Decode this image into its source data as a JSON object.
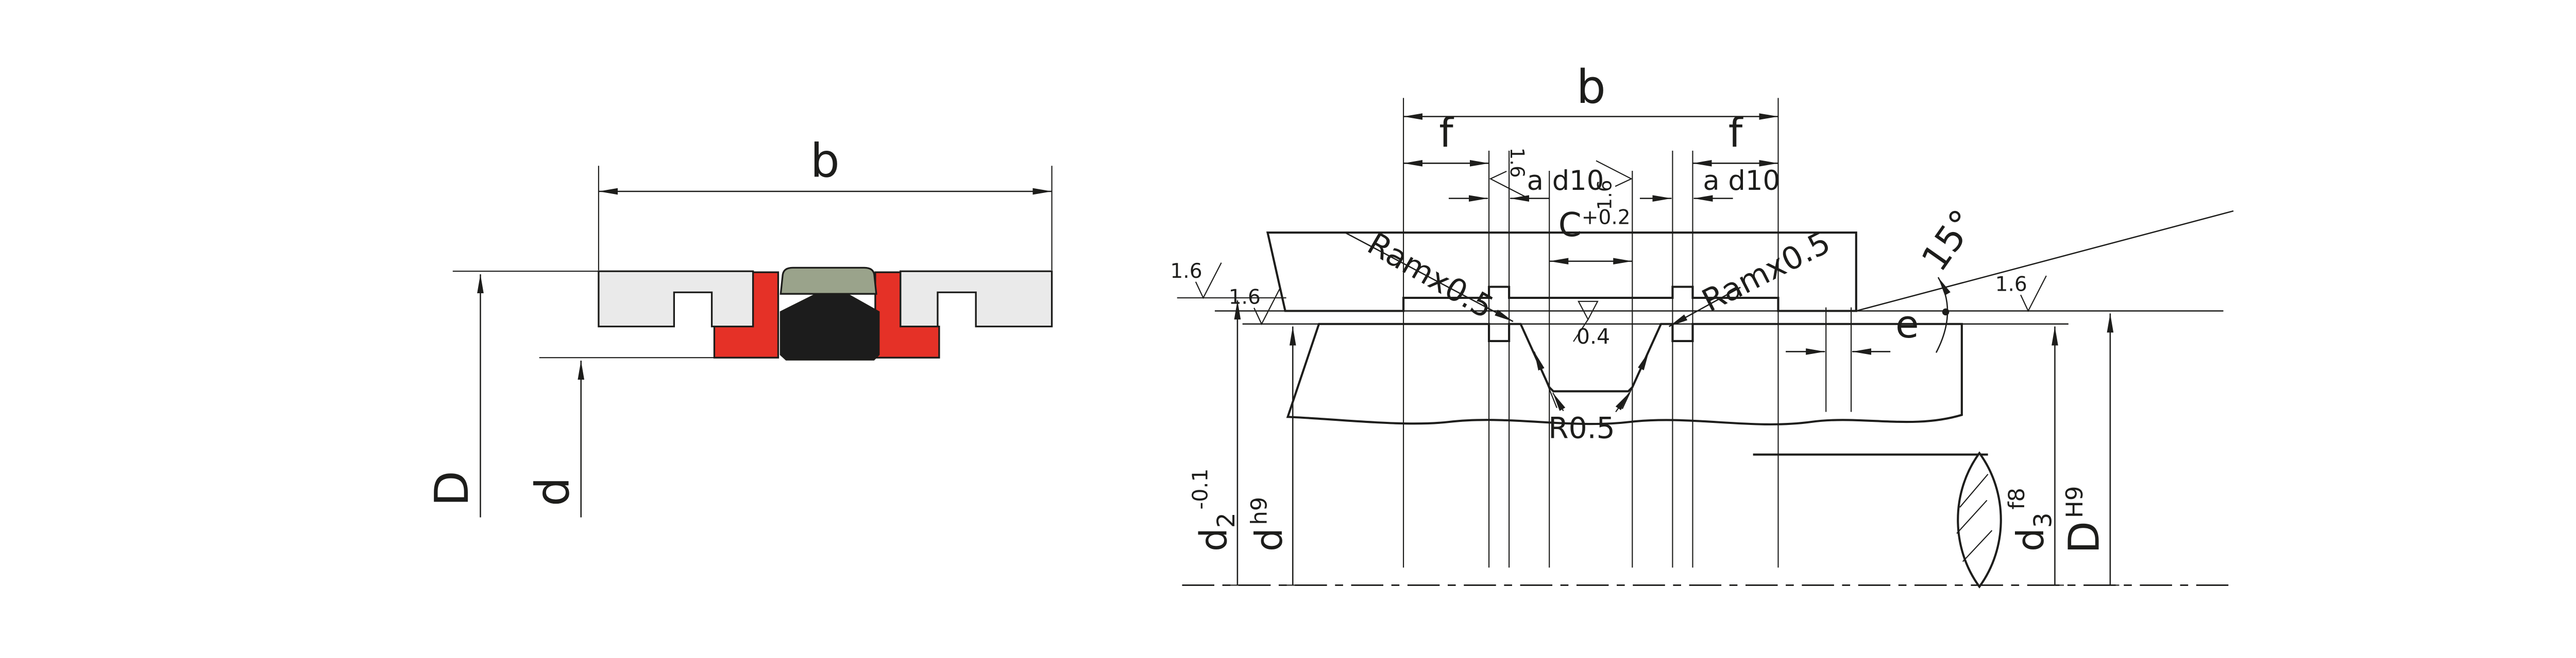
{
  "colors": {
    "line": "#1d1d1b",
    "seal-red": "#e53127",
    "seal-black": "#1c1c1c",
    "seal-green": "#9aa38b",
    "seal-gray": "#eaeaea",
    "bg": "#ffffff"
  },
  "left_view": {
    "width": "b",
    "outer_diameter": "D",
    "inner_diameter": "d"
  },
  "right_view": {
    "groove_width": "b",
    "flange_width_left": "f",
    "flange_width_right": "f",
    "slot_width_left": "a d10",
    "slot_width_right": "a d10",
    "center_width": "C",
    "center_width_tolerance": "+0.2",
    "clearance": "e",
    "lead_in_angle": "15°",
    "corner_radius": "R0.5",
    "flank_roughness_left": "Ramx0.5",
    "flank_roughness_right": "Ramx0.5",
    "surface_finish": "1.6",
    "groove_surface_finish": "0.4",
    "dia_d2_base": "d",
    "dia_d2_sub": "2",
    "dia_d2_tol": "-0.1",
    "dia_d1_base": "d",
    "dia_d1_tol": "h9",
    "dia_d3_base": "d",
    "dia_d3_sub": "3",
    "dia_d3_tol": "f8",
    "dia_D_base": "D",
    "dia_D_tol": "H9"
  }
}
